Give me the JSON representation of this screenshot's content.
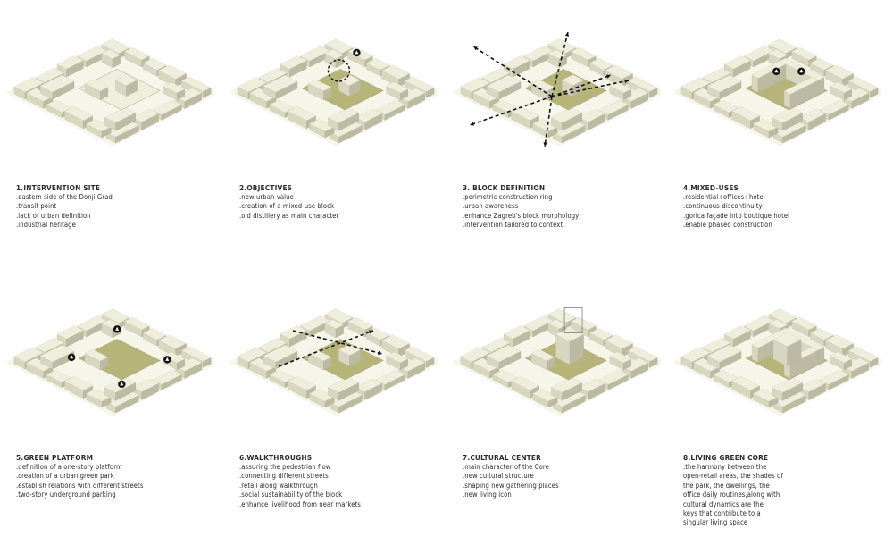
{
  "panels": [
    {
      "title": "1.INTERVENTION SITE",
      "lines": [
        ".eastern side of the Donji Grad",
        ".transit point",
        ".lack of urban definition",
        ".industrial heritage"
      ],
      "overlay": "none"
    },
    {
      "title": "2.OBJECTIVES",
      "lines": [
        ".new urban value",
        ".creation of a mixed-use block",
        ".old distillery as main character"
      ],
      "overlay": "objectives"
    },
    {
      "title": "3. BLOCK DEFINITION",
      "lines": [
        ".perimetric construction ring",
        ".urban awareness",
        ".enhance Zagreb's block morphology",
        ".intervention tailored to context"
      ],
      "overlay": "axes"
    },
    {
      "title": "4.MIXED-USES",
      "lines": [
        ".residential+offices+hotel",
        ".continuous-discontinuity",
        ".gorica façade into boutique hotel",
        ".enable phased construction"
      ],
      "overlay": "mixed"
    },
    {
      "title": "5.GREEN PLATFORM",
      "lines": [
        ".definition of a one-story platform",
        ".creation of a urban green park",
        ".establish relations with different streets",
        ".two-story underground parking"
      ],
      "overlay": "platform"
    },
    {
      "title": "6.WALKTHROUGHS",
      "lines": [
        ".assuring the pedestrian flow",
        ".connecting different streets",
        ".retail along walkthrough",
        ".social sustainability of the block",
        ".enhance livelihood from near markets"
      ],
      "overlay": "walk"
    },
    {
      "title": "7.CULTURAL CENTER",
      "lines": [
        ".main character of the Core",
        ".new cultural structure",
        ".shaping new gathering places",
        ".new living icon"
      ],
      "overlay": "cultural"
    },
    {
      "title": "8.LIVING GREEN CORE",
      "lines": [
        ".the harmony between the",
        "open-retail areas, the shades of",
        "the park, the dwellings, the",
        "office daily routines,along with",
        "cultural dynamics are the",
        "keys that contribute to a",
        "singular living space"
      ],
      "overlay": "core"
    }
  ],
  "colors": {
    "massing": "#efeedd",
    "massing_shade": "#d8d6c0",
    "massing_dark": "#bcbaa2",
    "green": "#b7b47a",
    "green_dark": "#8e8b54",
    "arrow": "#111111"
  }
}
